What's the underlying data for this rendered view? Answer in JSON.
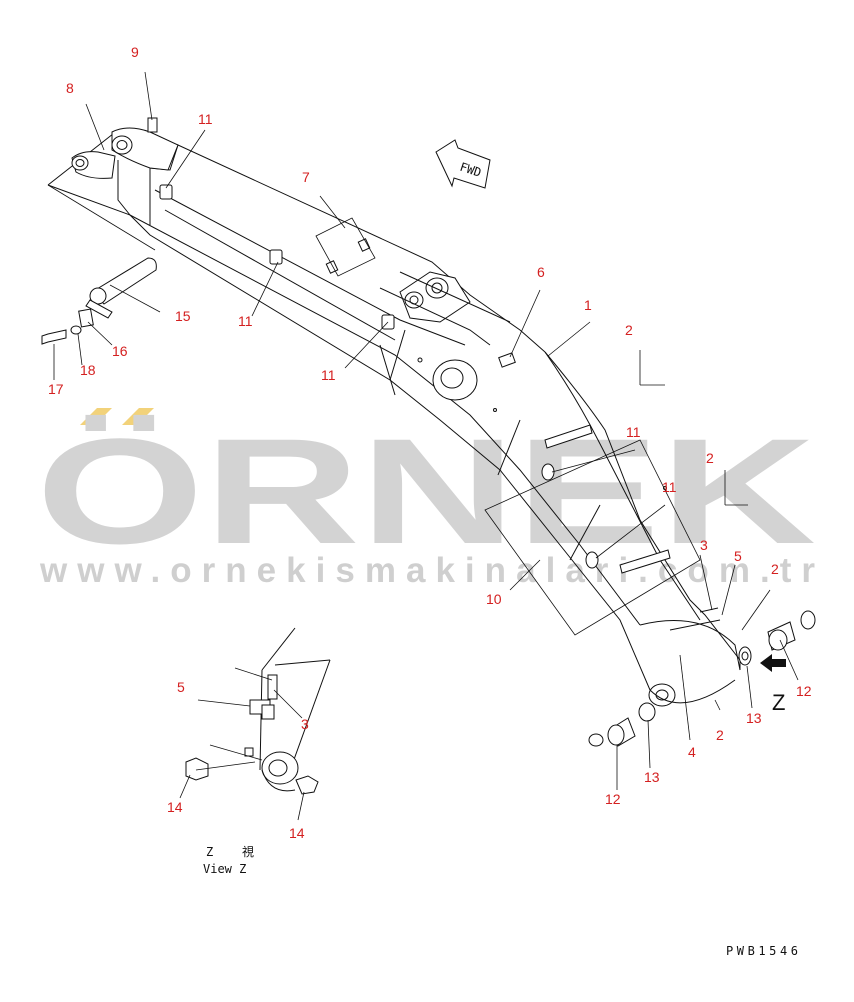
{
  "watermark": {
    "brand": "ÖRNEK",
    "url": "www.ornekismakinalari.com.tr",
    "accent_color": "#f2d27a",
    "text_color": "#d3d3d3"
  },
  "direction_marker": {
    "label": "FWD"
  },
  "view": {
    "letter": "Z",
    "label_cjk": "Z 視",
    "label_en": "View Z"
  },
  "drawing_code": "PWB1546",
  "callouts": [
    {
      "id": "c1",
      "label": "1"
    },
    {
      "id": "c2a",
      "label": "2"
    },
    {
      "id": "c2b",
      "label": "2"
    },
    {
      "id": "c2c",
      "label": "2"
    },
    {
      "id": "c2d",
      "label": "2"
    },
    {
      "id": "c3a",
      "label": "3"
    },
    {
      "id": "c3b",
      "label": "3"
    },
    {
      "id": "c4",
      "label": "4"
    },
    {
      "id": "c5a",
      "label": "5"
    },
    {
      "id": "c5b",
      "label": "5"
    },
    {
      "id": "c6",
      "label": "6"
    },
    {
      "id": "c7",
      "label": "7"
    },
    {
      "id": "c8",
      "label": "8"
    },
    {
      "id": "c9",
      "label": "9"
    },
    {
      "id": "c10",
      "label": "10"
    },
    {
      "id": "c11a",
      "label": "11"
    },
    {
      "id": "c11b",
      "label": "11"
    },
    {
      "id": "c11c",
      "label": "11"
    },
    {
      "id": "c11d",
      "label": "11"
    },
    {
      "id": "c11e",
      "label": "11"
    },
    {
      "id": "c12a",
      "label": "12"
    },
    {
      "id": "c12b",
      "label": "12"
    },
    {
      "id": "c13a",
      "label": "13"
    },
    {
      "id": "c13b",
      "label": "13"
    },
    {
      "id": "c14a",
      "label": "14"
    },
    {
      "id": "c14b",
      "label": "14"
    },
    {
      "id": "c15",
      "label": "15"
    },
    {
      "id": "c16",
      "label": "16"
    },
    {
      "id": "c17",
      "label": "17"
    },
    {
      "id": "c18",
      "label": "18"
    }
  ]
}
